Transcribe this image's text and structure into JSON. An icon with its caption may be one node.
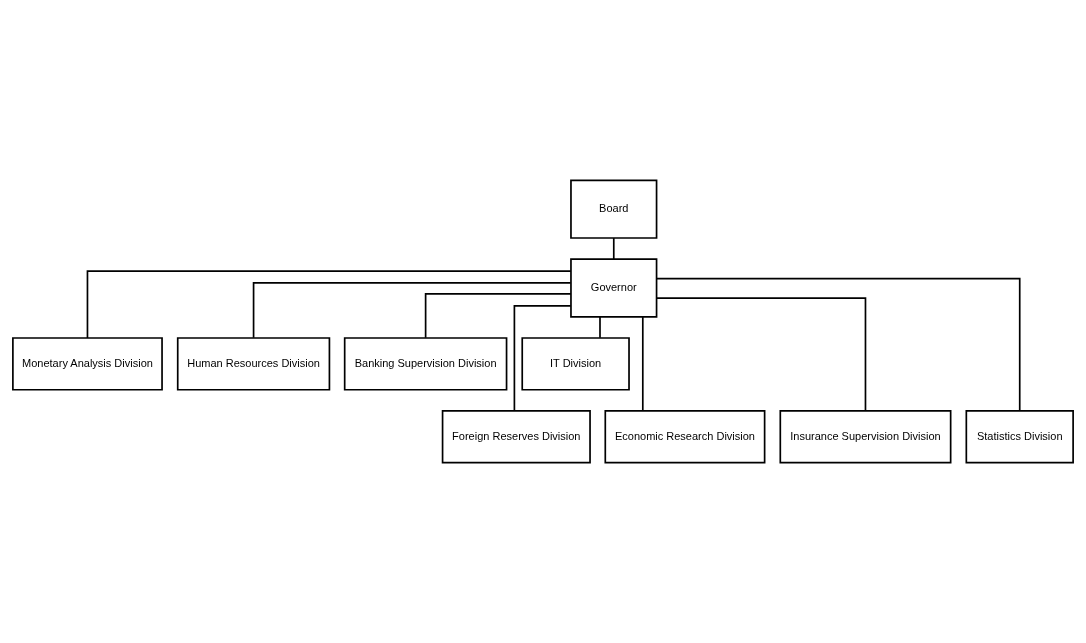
{
  "diagram": {
    "nodes": [
      {
        "text": [
          "Board"
        ]
      },
      {
        "text": [
          "Governor"
        ]
      },
      {
        "text": [
          "Monetary Analysis Division"
        ]
      },
      {
        "text": [
          "Human Resources Division"
        ]
      },
      {
        "text": [
          "Banking Supervision Division"
        ]
      },
      {
        "text": [
          "IT Division"
        ]
      },
      {
        "text": [
          "Foreign Reserves Division"
        ]
      },
      {
        "text": [
          "Economic Research Division"
        ]
      },
      {
        "text": [
          "Insurance Supervision Division"
        ]
      },
      {
        "text": [
          "Statistics Division"
        ]
      }
    ],
    "edges": [
      {
        "from": 0,
        "to": 1,
        "arrow": "none"
      },
      {
        "from": 1,
        "to": 2,
        "arrow": "none"
      },
      {
        "from": 1,
        "to": 3,
        "arrow": "none"
      },
      {
        "from": 1,
        "to": 4,
        "arrow": "none"
      },
      {
        "from": 1,
        "to": 5,
        "arrow": "none"
      },
      {
        "from": 1,
        "to": 6,
        "arrow": "none"
      },
      {
        "from": 1,
        "to": 7,
        "arrow": "none"
      },
      {
        "from": 1,
        "to": 8,
        "arrow": "none"
      },
      {
        "from": 1,
        "to": 9,
        "arrow": "none"
      }
    ]
  }
}
